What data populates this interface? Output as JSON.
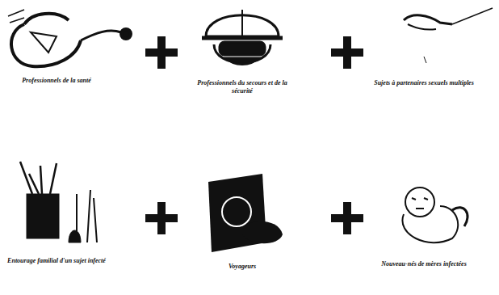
{
  "diagram": {
    "labels": [
      "Professionnels de la santé",
      "Professionnels du secours et de la sécurité",
      "Sujets à partenaires sexuels multiples",
      "Entourage familial d'un sujet infecté",
      "Voyageurs",
      "Nouveau-nés de mères infectées"
    ]
  }
}
